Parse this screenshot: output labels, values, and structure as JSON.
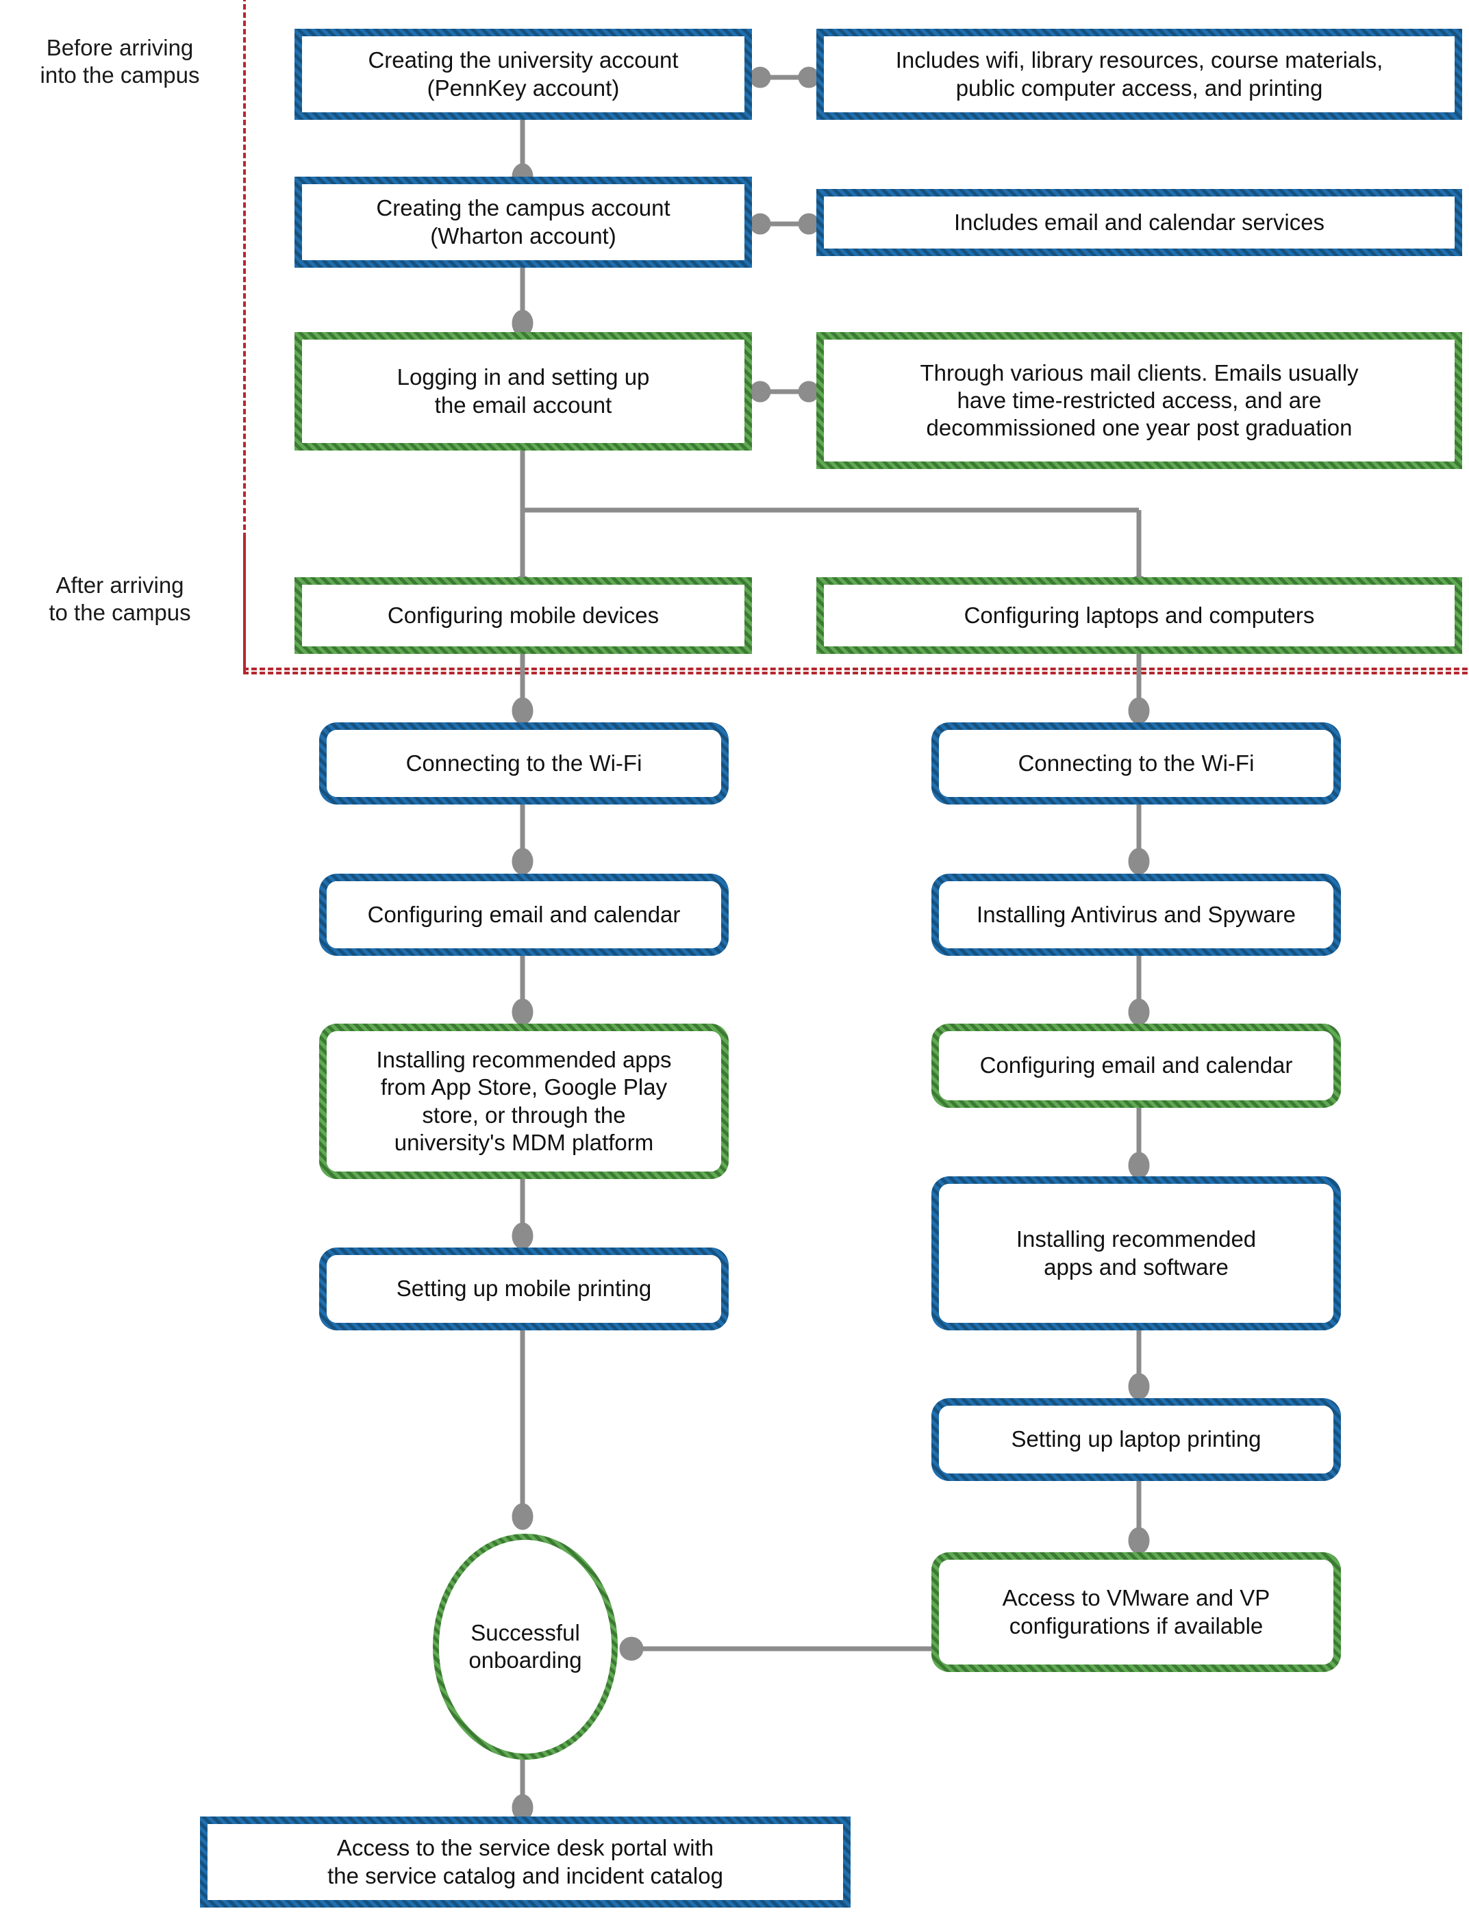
{
  "diagram": {
    "title": "University IT onboarding flowchart",
    "colors": {
      "blue": "#1f6fb0",
      "blue_dark": "#17527f",
      "green": "#5faa52",
      "green_dark": "#3d7a34",
      "dashed_region": "#b4292f",
      "connector": "#8c8c8c",
      "text": "#111111",
      "background": "#ffffff"
    },
    "phases": [
      {
        "id": "before",
        "label": "Before arriving\ninto the campus"
      },
      {
        "id": "after",
        "label": "After arriving\nto the campus"
      }
    ],
    "nodes": [
      {
        "id": "n1",
        "label": "Creating the university account\n(PennKey account)",
        "style": "blue",
        "shape": "rect"
      },
      {
        "id": "n2",
        "label": "Includes wifi, library resources, course materials,\npublic computer access, and printing",
        "style": "blue",
        "shape": "rect"
      },
      {
        "id": "n3",
        "label": "Creating the campus account\n(Wharton account)",
        "style": "blue",
        "shape": "rect"
      },
      {
        "id": "n4",
        "label": "Includes email and calendar services",
        "style": "blue",
        "shape": "rect"
      },
      {
        "id": "n5",
        "label": "Logging in and setting up\nthe email account",
        "style": "green",
        "shape": "rect"
      },
      {
        "id": "n6",
        "label": "Through various mail clients.  Emails usually\nhave time-restricted access, and are\ndecommissioned one year post graduation",
        "style": "green",
        "shape": "rect"
      },
      {
        "id": "n7",
        "label": "Configuring mobile devices",
        "style": "green",
        "shape": "rect"
      },
      {
        "id": "n8",
        "label": "Configuring laptops and computers",
        "style": "green",
        "shape": "rect"
      },
      {
        "id": "n9",
        "label": "Connecting to the Wi-Fi",
        "style": "blue",
        "shape": "rounded"
      },
      {
        "id": "n10",
        "label": "Connecting to the Wi-Fi",
        "style": "blue",
        "shape": "rounded"
      },
      {
        "id": "n11",
        "label": "Configuring email and calendar",
        "style": "blue",
        "shape": "rounded"
      },
      {
        "id": "n12",
        "label": "Installing Antivirus and Spyware",
        "style": "blue",
        "shape": "rounded"
      },
      {
        "id": "n13",
        "label": "Installing recommended apps\nfrom App Store, Google Play\nstore, or through the\nuniversity's MDM platform",
        "style": "green",
        "shape": "rounded"
      },
      {
        "id": "n14",
        "label": "Configuring email and calendar",
        "style": "green",
        "shape": "rounded"
      },
      {
        "id": "n15",
        "label": "Setting up mobile printing",
        "style": "blue",
        "shape": "rounded"
      },
      {
        "id": "n16",
        "label": "Installing recommended\napps and software",
        "style": "blue",
        "shape": "rounded"
      },
      {
        "id": "n17",
        "label": "Setting up laptop printing",
        "style": "blue",
        "shape": "rounded"
      },
      {
        "id": "n18",
        "label": "Access to VMware and VP\nconfigurations if available",
        "style": "green",
        "shape": "rounded"
      },
      {
        "id": "n19",
        "label": "Successful\nonboarding",
        "style": "green",
        "shape": "circle"
      },
      {
        "id": "n20",
        "label": "Access to the service desk portal with\nthe service catalog and incident catalog",
        "style": "blue",
        "shape": "rect"
      }
    ],
    "edges": [
      {
        "from": "n1",
        "to": "n2",
        "kind": "side-dot"
      },
      {
        "from": "n1",
        "to": "n3",
        "kind": "down-dot"
      },
      {
        "from": "n3",
        "to": "n4",
        "kind": "side-dot"
      },
      {
        "from": "n3",
        "to": "n5",
        "kind": "down-dot"
      },
      {
        "from": "n5",
        "to": "n6",
        "kind": "side-dot"
      },
      {
        "from": "n5",
        "to": "n7",
        "kind": "down-dot"
      },
      {
        "from": "n5",
        "to": "n8",
        "kind": "branch"
      },
      {
        "from": "n7",
        "to": "n9",
        "kind": "down-dot"
      },
      {
        "from": "n9",
        "to": "n11",
        "kind": "down-dot"
      },
      {
        "from": "n11",
        "to": "n13",
        "kind": "down-dot"
      },
      {
        "from": "n13",
        "to": "n15",
        "kind": "down-dot"
      },
      {
        "from": "n15",
        "to": "n19",
        "kind": "down-dot"
      },
      {
        "from": "n8",
        "to": "n10",
        "kind": "down-dot"
      },
      {
        "from": "n10",
        "to": "n12",
        "kind": "down-dot"
      },
      {
        "from": "n12",
        "to": "n14",
        "kind": "down-dot"
      },
      {
        "from": "n14",
        "to": "n16",
        "kind": "down-dot"
      },
      {
        "from": "n16",
        "to": "n17",
        "kind": "down-dot"
      },
      {
        "from": "n17",
        "to": "n18",
        "kind": "down-dot"
      },
      {
        "from": "n18",
        "to": "n19",
        "kind": "left-dot"
      },
      {
        "from": "n19",
        "to": "n20",
        "kind": "down-dot"
      }
    ]
  }
}
